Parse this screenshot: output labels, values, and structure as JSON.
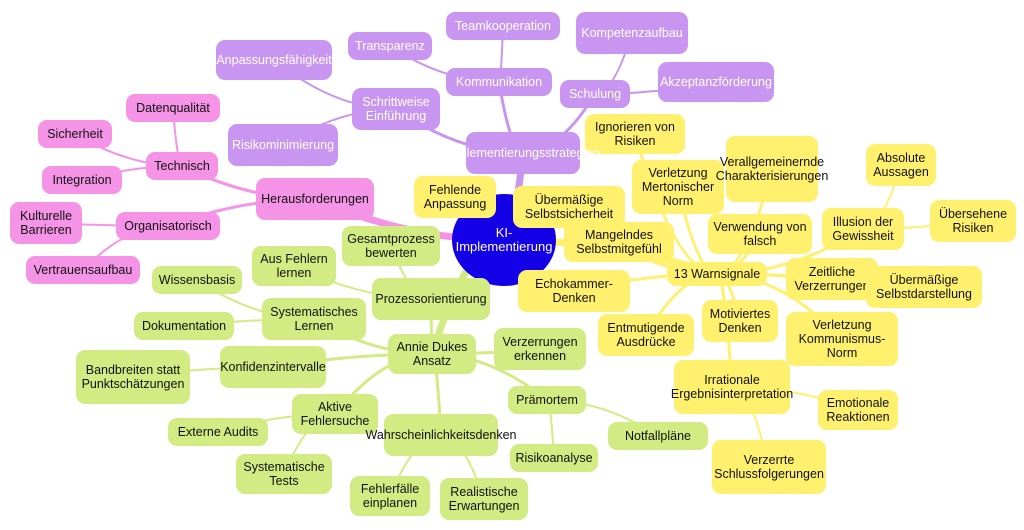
{
  "mindmap": {
    "root": "KI-Implementierung",
    "branches": {
      "warnsignale": {
        "title": "13 Warnsignale",
        "items": [
          "Ignorieren von Risiken",
          "Übermäßige Selbstsicherheit",
          "Verletzung Mertonischer Norm",
          "Verallgemeinernde Charakterisierungen",
          "Mangelndes Selbstmitgefühl",
          "Verwendung von falsch",
          "Illusion der Gewissheit",
          "Absolute Aussagen",
          "Übersehene Risiken",
          "Echokammer-Denken",
          "Zeitliche Verzerrungen",
          "Übermäßige Selbstdarstellung",
          "Entmutigende Ausdrücke",
          "Motiviertes Denken",
          "Verletzung Kommunismus-Norm",
          "Irrationale Ergebnisinterpretation",
          "Emotionale Reaktionen",
          "Verzerrte Schlussfolgerungen"
        ]
      },
      "dukes": {
        "title": "Annie Dukes Ansatz",
        "items": [
          "Prozessorientierung",
          "Gesamtprozess bewerten",
          "Aus Fehlern lernen",
          "Systematisches Lernen",
          "Wissensbasis",
          "Dokumentation",
          "Konfidenzintervalle",
          "Bandbreiten statt Punktschätzungen",
          "Aktive Fehlersuche",
          "Externe Audits",
          "Systematische Tests",
          "Wahrscheinlichkeitsdenken",
          "Fehlerfälle einplanen",
          "Realistische Erwartungen",
          "Verzerrungen erkennen",
          "Prämortem",
          "Risikoanalyse",
          "Notfallpläne"
        ]
      },
      "strategien": {
        "title": "Implementierungsstrategien",
        "items": [
          "Kommunikation",
          "Transparenz",
          "Teamkooperation",
          "Schulung",
          "Kompetenzaufbau",
          "Akzeptanzförderung",
          "Schrittweise Einführung",
          "Anpassungsfähigkeit",
          "Risikominimierung",
          "Fehlende Anpassung"
        ]
      },
      "herausforderungen": {
        "title": "Herausforderungen",
        "items": [
          "Technisch",
          "Datenqualität",
          "Sicherheit",
          "Integration",
          "Organisatorisch",
          "Kulturelle Barrieren",
          "Vertrauensaufbau"
        ]
      }
    },
    "colors": {
      "warnsignale": "#fff06e",
      "dukes": "#d2eb82",
      "strategien": "#c896f0",
      "herausforderungen": "#f593e6",
      "root": "#1400e6"
    }
  }
}
